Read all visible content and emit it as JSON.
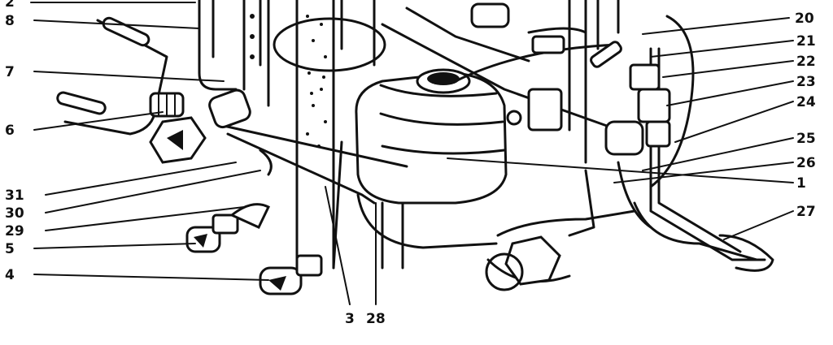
{
  "diagram": {
    "callouts_left": [
      "2",
      "8",
      "7",
      "6",
      "31",
      "30",
      "29",
      "5",
      "4"
    ],
    "callouts_bottom": [
      "3",
      "28"
    ],
    "callouts_right": [
      "20",
      "21",
      "22",
      "23",
      "24",
      "25",
      "26",
      "1",
      "27"
    ]
  }
}
